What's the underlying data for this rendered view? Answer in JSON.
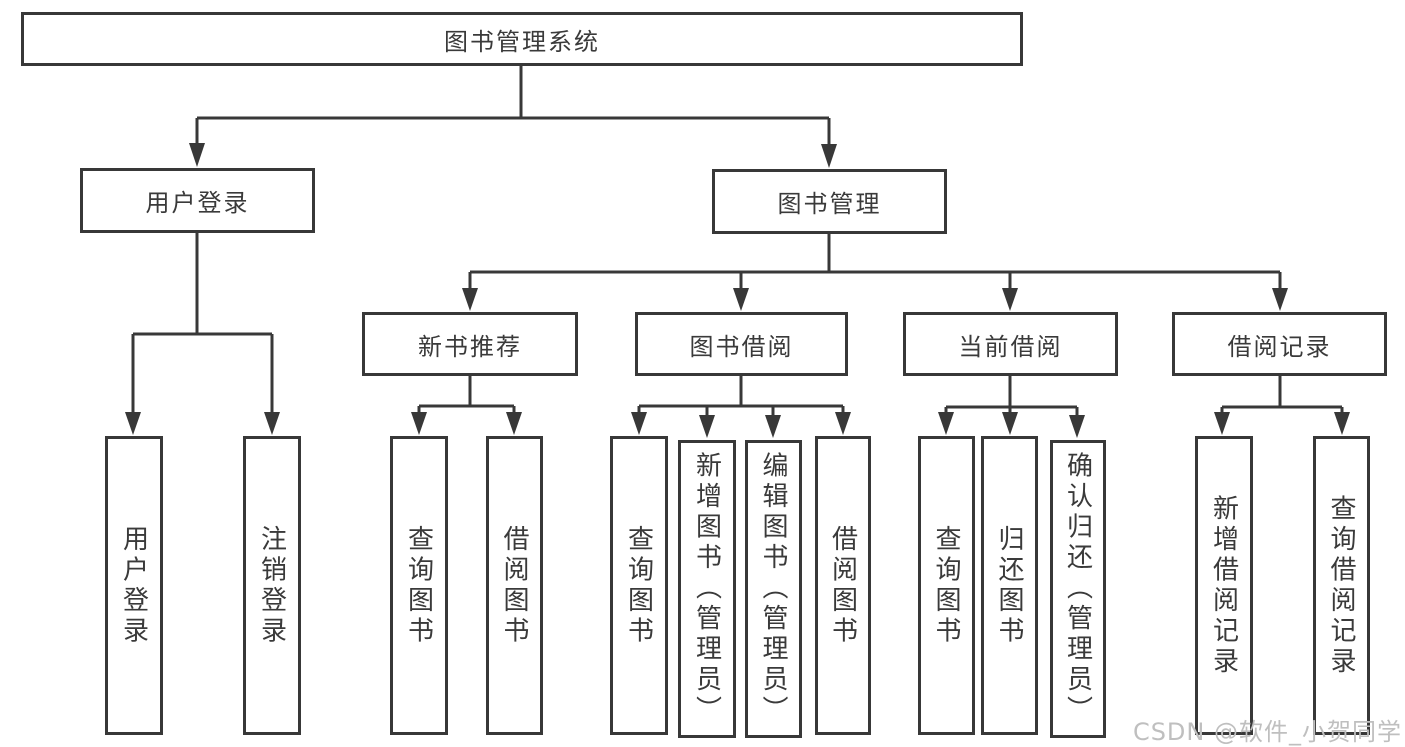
{
  "diagram_type": "hierarchy-tree",
  "tree": {
    "root": "图书管理系统",
    "children": [
      {
        "label": "用户登录",
        "children": [
          {
            "label": "用户登录"
          },
          {
            "label": "注销登录"
          }
        ]
      },
      {
        "label": "图书管理",
        "children": [
          {
            "label": "新书推荐",
            "children": [
              {
                "label": "查询图书"
              },
              {
                "label": "借阅图书"
              }
            ]
          },
          {
            "label": "图书借阅",
            "children": [
              {
                "label": "查询图书"
              },
              {
                "label": "新增图书（管理员）"
              },
              {
                "label": "编辑图书（管理员）"
              },
              {
                "label": "借阅图书"
              }
            ]
          },
          {
            "label": "当前借阅",
            "children": [
              {
                "label": "查询图书"
              },
              {
                "label": "归还图书"
              },
              {
                "label": "确认归还（管理员）"
              }
            ]
          },
          {
            "label": "借阅记录",
            "children": [
              {
                "label": "新增借阅记录"
              },
              {
                "label": "查询借阅记录"
              }
            ]
          }
        ]
      }
    ]
  },
  "watermark": "CSDN @软件_小贺同学",
  "colors": {
    "line": "#383838",
    "box_border": "#383838",
    "text": "#3a3a3a",
    "watermark": "#bfbfbf",
    "background": "#ffffff"
  }
}
